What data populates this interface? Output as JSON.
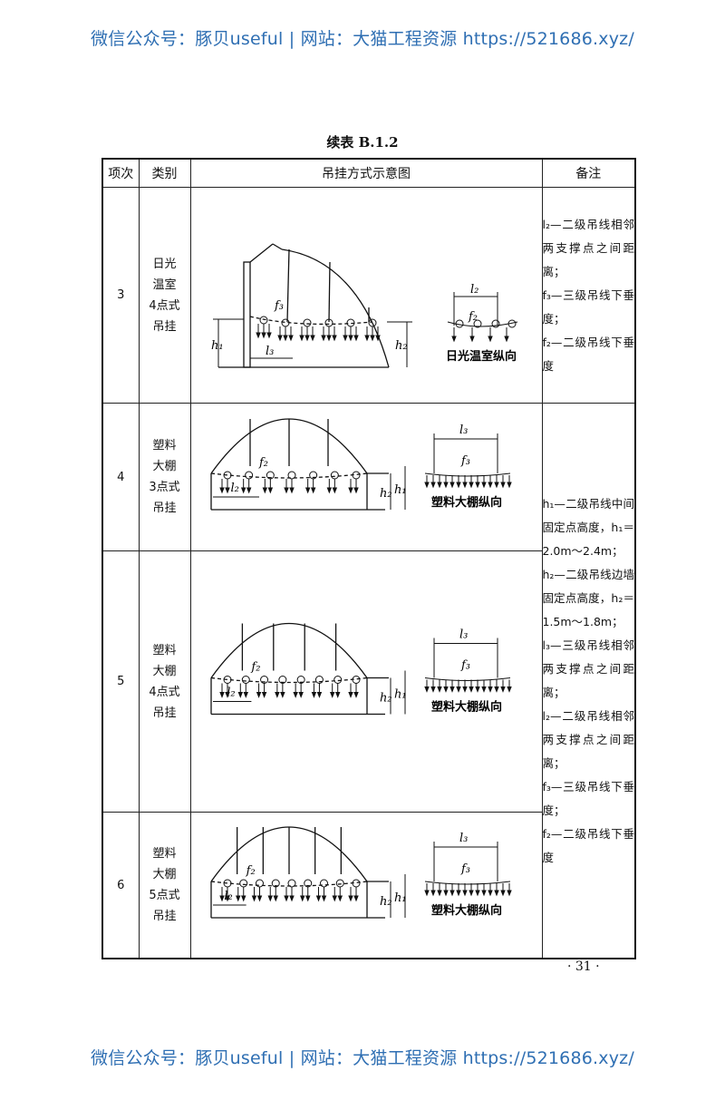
{
  "watermark": "微信公众号：豚贝useful | 网站：大猫工程资源 https://521686.xyz/",
  "table_title": "续表 B.1.2",
  "headers": [
    "项次",
    "类别",
    "吊挂方式示意图",
    "备注"
  ],
  "rows": [
    {
      "no": "3",
      "category": [
        "日光",
        "温室",
        "4点式",
        "吊挂"
      ],
      "diagram_label": "日光温室纵向"
    },
    {
      "no": "4",
      "category": [
        "塑料",
        "大棚",
        "3点式",
        "吊挂"
      ],
      "diagram_label": "塑料大棚纵向"
    },
    {
      "no": "5",
      "category": [
        "塑料",
        "大棚",
        "4点式",
        "吊挂"
      ],
      "diagram_label": "塑料大棚纵向"
    },
    {
      "no": "6",
      "category": [
        "塑料",
        "大棚",
        "5点式",
        "吊挂"
      ],
      "diagram_label": "塑料大棚纵向"
    }
  ],
  "notes_row3": [
    "l₂—二级吊线相邻两支撑点之间距离；",
    "f₃—三级吊线下垂度；",
    "f₂—二级吊线下垂度"
  ],
  "notes_rest": [
    "h₁—二级吊线中间固定点高度，h₁＝2.0m～2.4m；",
    "h₂—二级吊线边墙固定点高度，h₂＝1.5m～1.8m；",
    "l₃—三级吊线相邻两支撑点之间距离；",
    "l₂—二级吊线相邻两支撑点之间距离；",
    "f₃—三级吊线下垂度；",
    "f₂—二级吊线下垂度"
  ],
  "labels": {
    "h1": "h₁",
    "h2": "h₂",
    "l2": "l₂",
    "l3": "l₃",
    "f2": "f₂",
    "f3": "f₃"
  },
  "page_number": "· 31 ·"
}
